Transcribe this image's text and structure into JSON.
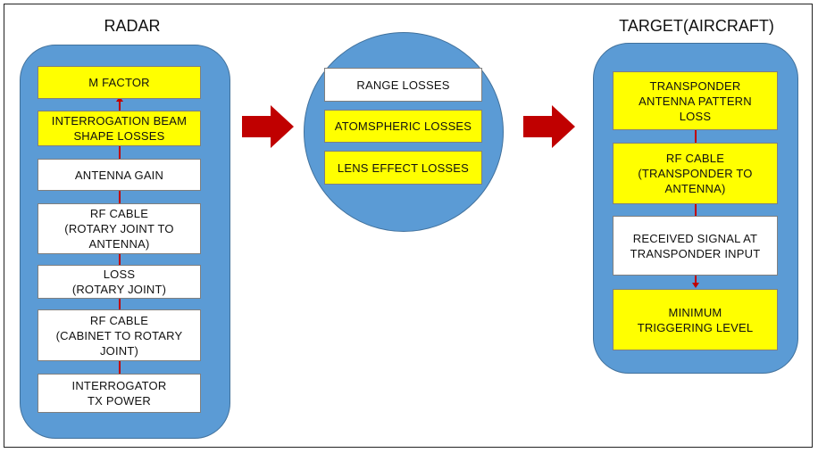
{
  "headings": {
    "radar": "RADAR",
    "target": "TARGET(AIRCRAFT)"
  },
  "radar": {
    "blocks": [
      "M FACTOR",
      "INTERROGATION BEAM\nSHAPE LOSSES",
      "ANTENNA GAIN",
      "RF CABLE\n(ROTARY JOINT TO\nANTENNA)",
      "LOSS\n(ROTARY JOINT)",
      "RF CABLE\n(CABINET TO ROTARY\nJOINT)",
      "INTERROGATOR\nTX POWER"
    ]
  },
  "path": {
    "blocks": [
      "RANGE LOSSES",
      "ATOMSPHERIC LOSSES",
      "LENS EFFECT LOSSES"
    ]
  },
  "target": {
    "blocks": [
      "TRANSPONDER\nANTENNA PATTERN\nLOSS",
      "RF CABLE\n(TRANSPONDER TO\nANTENNA)",
      "RECEIVED SIGNAL AT\nTRANSPONDER INPUT",
      "MINIMUM\nTRIGGERING LEVEL"
    ]
  },
  "colors": {
    "panel": "#5b9bd5",
    "highlight": "#ffff00",
    "plain": "#ffffff",
    "arrow": "#c00000"
  }
}
